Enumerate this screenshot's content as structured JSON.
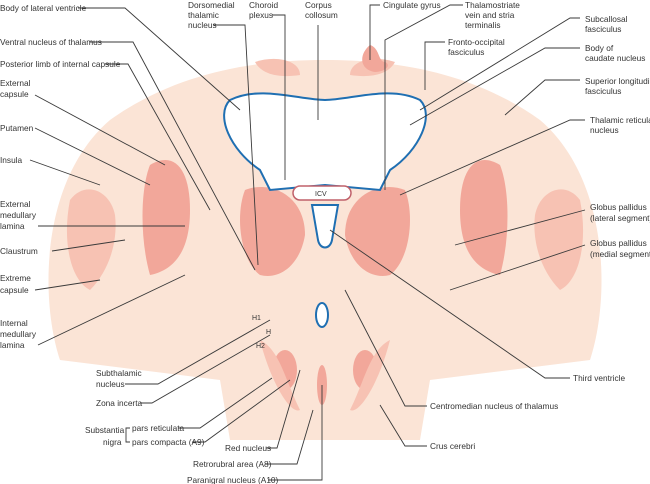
{
  "labels": {
    "body_lateral_ventricle": "Body of lateral ventricle",
    "ventral_nucleus": "Ventral nucleus of thalamus",
    "posterior_limb": "Posterior limb of internal capsule",
    "external_capsule": [
      "External",
      "capsule"
    ],
    "putamen": "Putamen",
    "insula": "Insula",
    "external_medullary": [
      "External",
      "medullary",
      "lamina"
    ],
    "claustrum": "Claustrum",
    "extreme_capsule": [
      "Extreme",
      "capsule"
    ],
    "internal_medullary": [
      "Internal",
      "medullary",
      "lamina"
    ],
    "subthalamic": [
      "Subthalamic",
      "nucleus"
    ],
    "zona_incerta": "Zona incerta",
    "substantia_nigra": [
      "Substantia",
      "nigra"
    ],
    "pars_reticulata": "pars reticulata",
    "pars_compacta": "pars compacta (A9)",
    "red_nucleus": "Red nucleus",
    "retrorubral": "Retrorubral area (A8)",
    "paranigral": "Paranigral nucleus (A10)",
    "dorsomedial": [
      "Dorsomedial",
      "thalamic",
      "nucleus"
    ],
    "choroid": [
      "Choroid",
      "plexus"
    ],
    "corpus": [
      "Corpus",
      "collosum"
    ],
    "cingulate": "Cingulate gyrus",
    "thalamostriate": [
      "Thalamostriate",
      "vein and stria",
      "terminalis"
    ],
    "subcallosal": [
      "Subcallosal",
      "fasciculus"
    ],
    "fronto_occipital": [
      "Fronto-occipital",
      "fasciculus"
    ],
    "caudate": [
      "Body of",
      "caudate nucleus"
    ],
    "superior_longitudinal": [
      "Superior longitudinal",
      "fasciculus"
    ],
    "thalamic_reticular": [
      "Thalamic reticular",
      "nucleus"
    ],
    "gp_lateral": [
      "Globus pallidus",
      "(lateral segment)"
    ],
    "gp_medial": [
      "Globus pallidus",
      "(medial segment)"
    ],
    "third_ventricle": "Third ventricle",
    "centromedian": "Centromedian nucleus of thalamus",
    "crus": "Crus cerebri",
    "icv": "ICV",
    "h1": "H1",
    "h": "H",
    "h2": "H2"
  }
}
